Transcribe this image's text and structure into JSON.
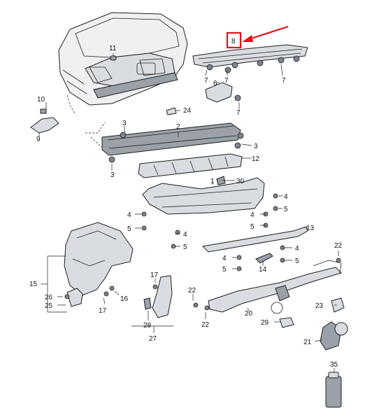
{
  "callouts": {
    "c1": "1",
    "c2": "2",
    "c3a": "3",
    "c3b": "3",
    "c3c": "3",
    "c4a": "4",
    "c4b": "4",
    "c4c": "4",
    "c4d": "4",
    "c4e": "4",
    "c5a": "5",
    "c5b": "5",
    "c5c": "5",
    "c5d": "5",
    "c5e": "5",
    "c6": "6",
    "c7a": "7",
    "c7b": "7",
    "c7c": "7",
    "c8": "8",
    "c9": "9",
    "c10": "10",
    "c11": "11",
    "c12": "12",
    "c13": "13",
    "c14": "14",
    "c15": "15",
    "c16": "16",
    "c17a": "17",
    "c17b": "17",
    "c20": "20",
    "c21": "21",
    "c22a": "22",
    "c22b": "22",
    "c22c": "22",
    "c23": "23",
    "c24": "24",
    "c25": "25",
    "c26": "26",
    "c27": "27",
    "c28": "28",
    "c29": "29",
    "c30": "30",
    "c35": "35"
  },
  "highlight": {
    "target_label": "8",
    "box_color": "#e0121b",
    "arrow_color": "#e0121b"
  },
  "icons": [
    "car-body-rear",
    "bumper-cover",
    "reinforcement-beam",
    "tow-hitch",
    "fender-liner",
    "mud-flap",
    "spray-can"
  ]
}
